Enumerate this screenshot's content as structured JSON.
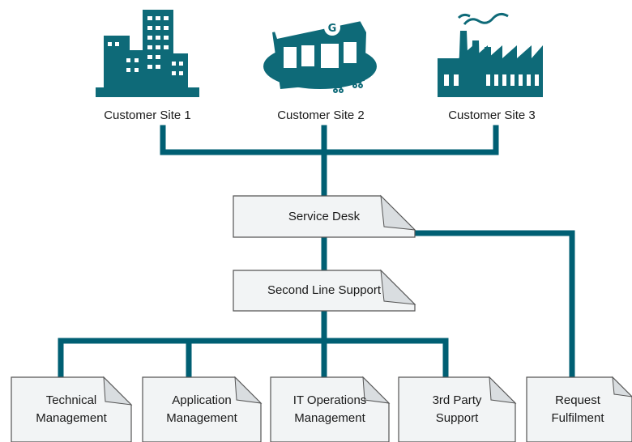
{
  "colors": {
    "line": "#005f73",
    "box_fill": "#f2f4f5",
    "box_stroke": "#555555",
    "icon": "#0e6a78"
  },
  "sites": [
    {
      "label": "Customer Site 1",
      "icon": "office-buildings-icon"
    },
    {
      "label": "Customer Site 2",
      "icon": "supermarket-store-icon"
    },
    {
      "label": "Customer Site 3",
      "icon": "factory-icon"
    }
  ],
  "service_desk": {
    "label": "Service Desk"
  },
  "second_line": {
    "label": "Second Line Support"
  },
  "teams": [
    {
      "label": "Technical\nManagement"
    },
    {
      "label": "Application\nManagement"
    },
    {
      "label": "IT Operations\nManagement"
    },
    {
      "label": "3rd Party\nSupport"
    },
    {
      "label": "Request\nFulfilment"
    }
  ]
}
